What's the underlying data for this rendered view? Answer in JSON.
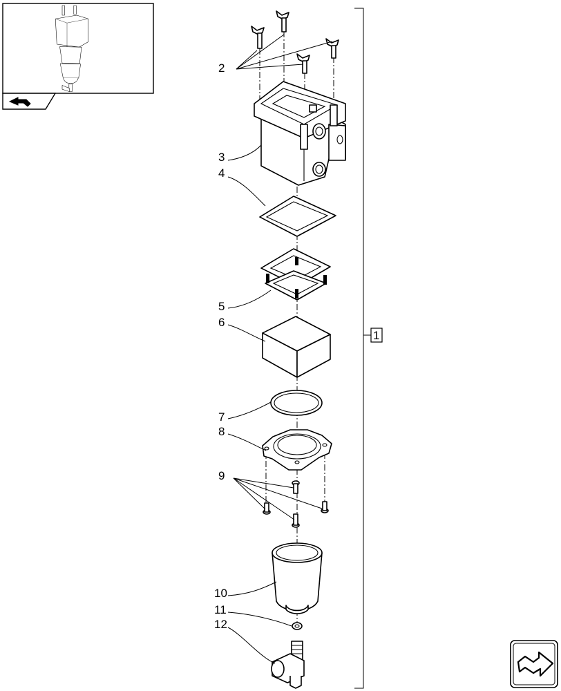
{
  "callouts": {
    "c1": "1",
    "c2": "2",
    "c3": "3",
    "c4": "4",
    "c5": "5",
    "c6": "6",
    "c7": "7",
    "c8": "8",
    "c9": "9",
    "c10": "10",
    "c11": "11",
    "c12": "12"
  },
  "icons": {
    "thumbnail_nav": "back-arrow-icon",
    "next_page": "forward-arrow-icon"
  }
}
